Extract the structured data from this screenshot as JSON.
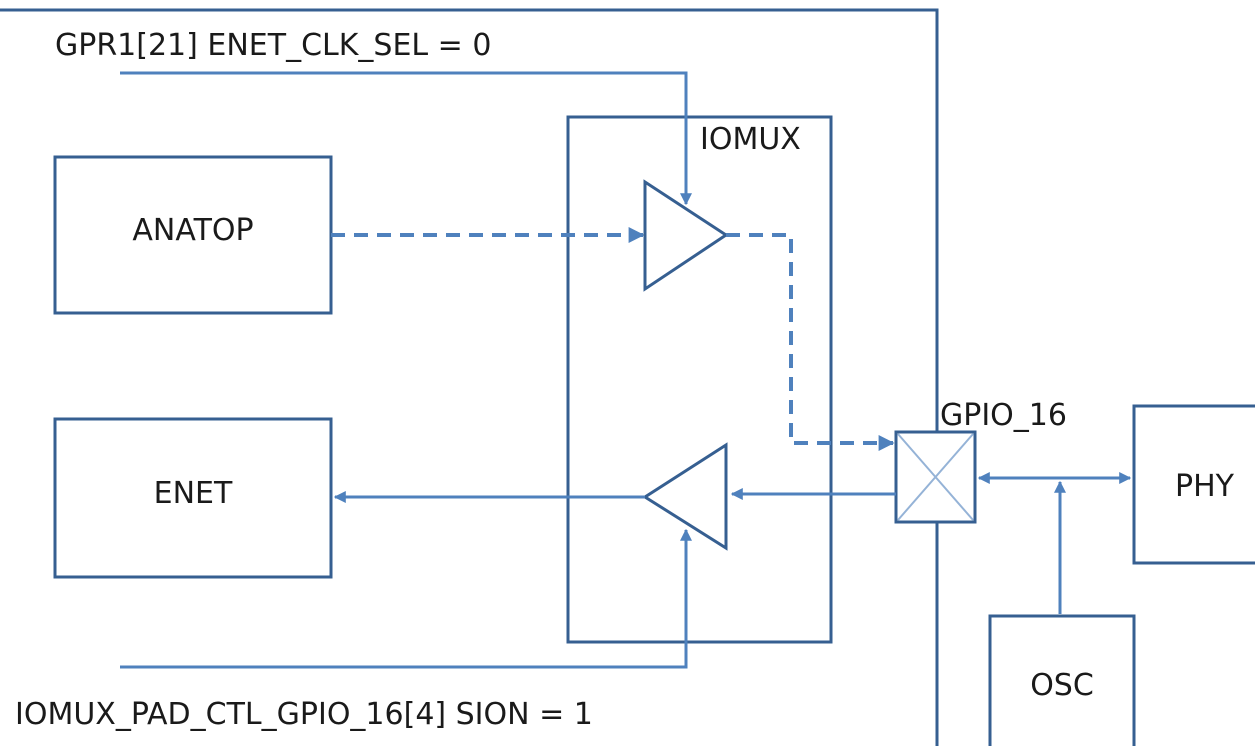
{
  "labels": {
    "gpr_signal": "GPR1[21] ENET_CLK_SEL = 0",
    "sion_signal": "IOMUX_PAD_CTL_GPIO_16[4] SION = 1",
    "pad_name": "GPIO_16"
  },
  "blocks": {
    "anatop": "ANATOP",
    "enet": "ENET",
    "iomux": "IOMUX",
    "phy": "PHY",
    "osc": "OSC"
  },
  "colors": {
    "box_stroke": "#365f91",
    "wire": "#4f81bd",
    "pad_cross": "#95b3d7"
  }
}
